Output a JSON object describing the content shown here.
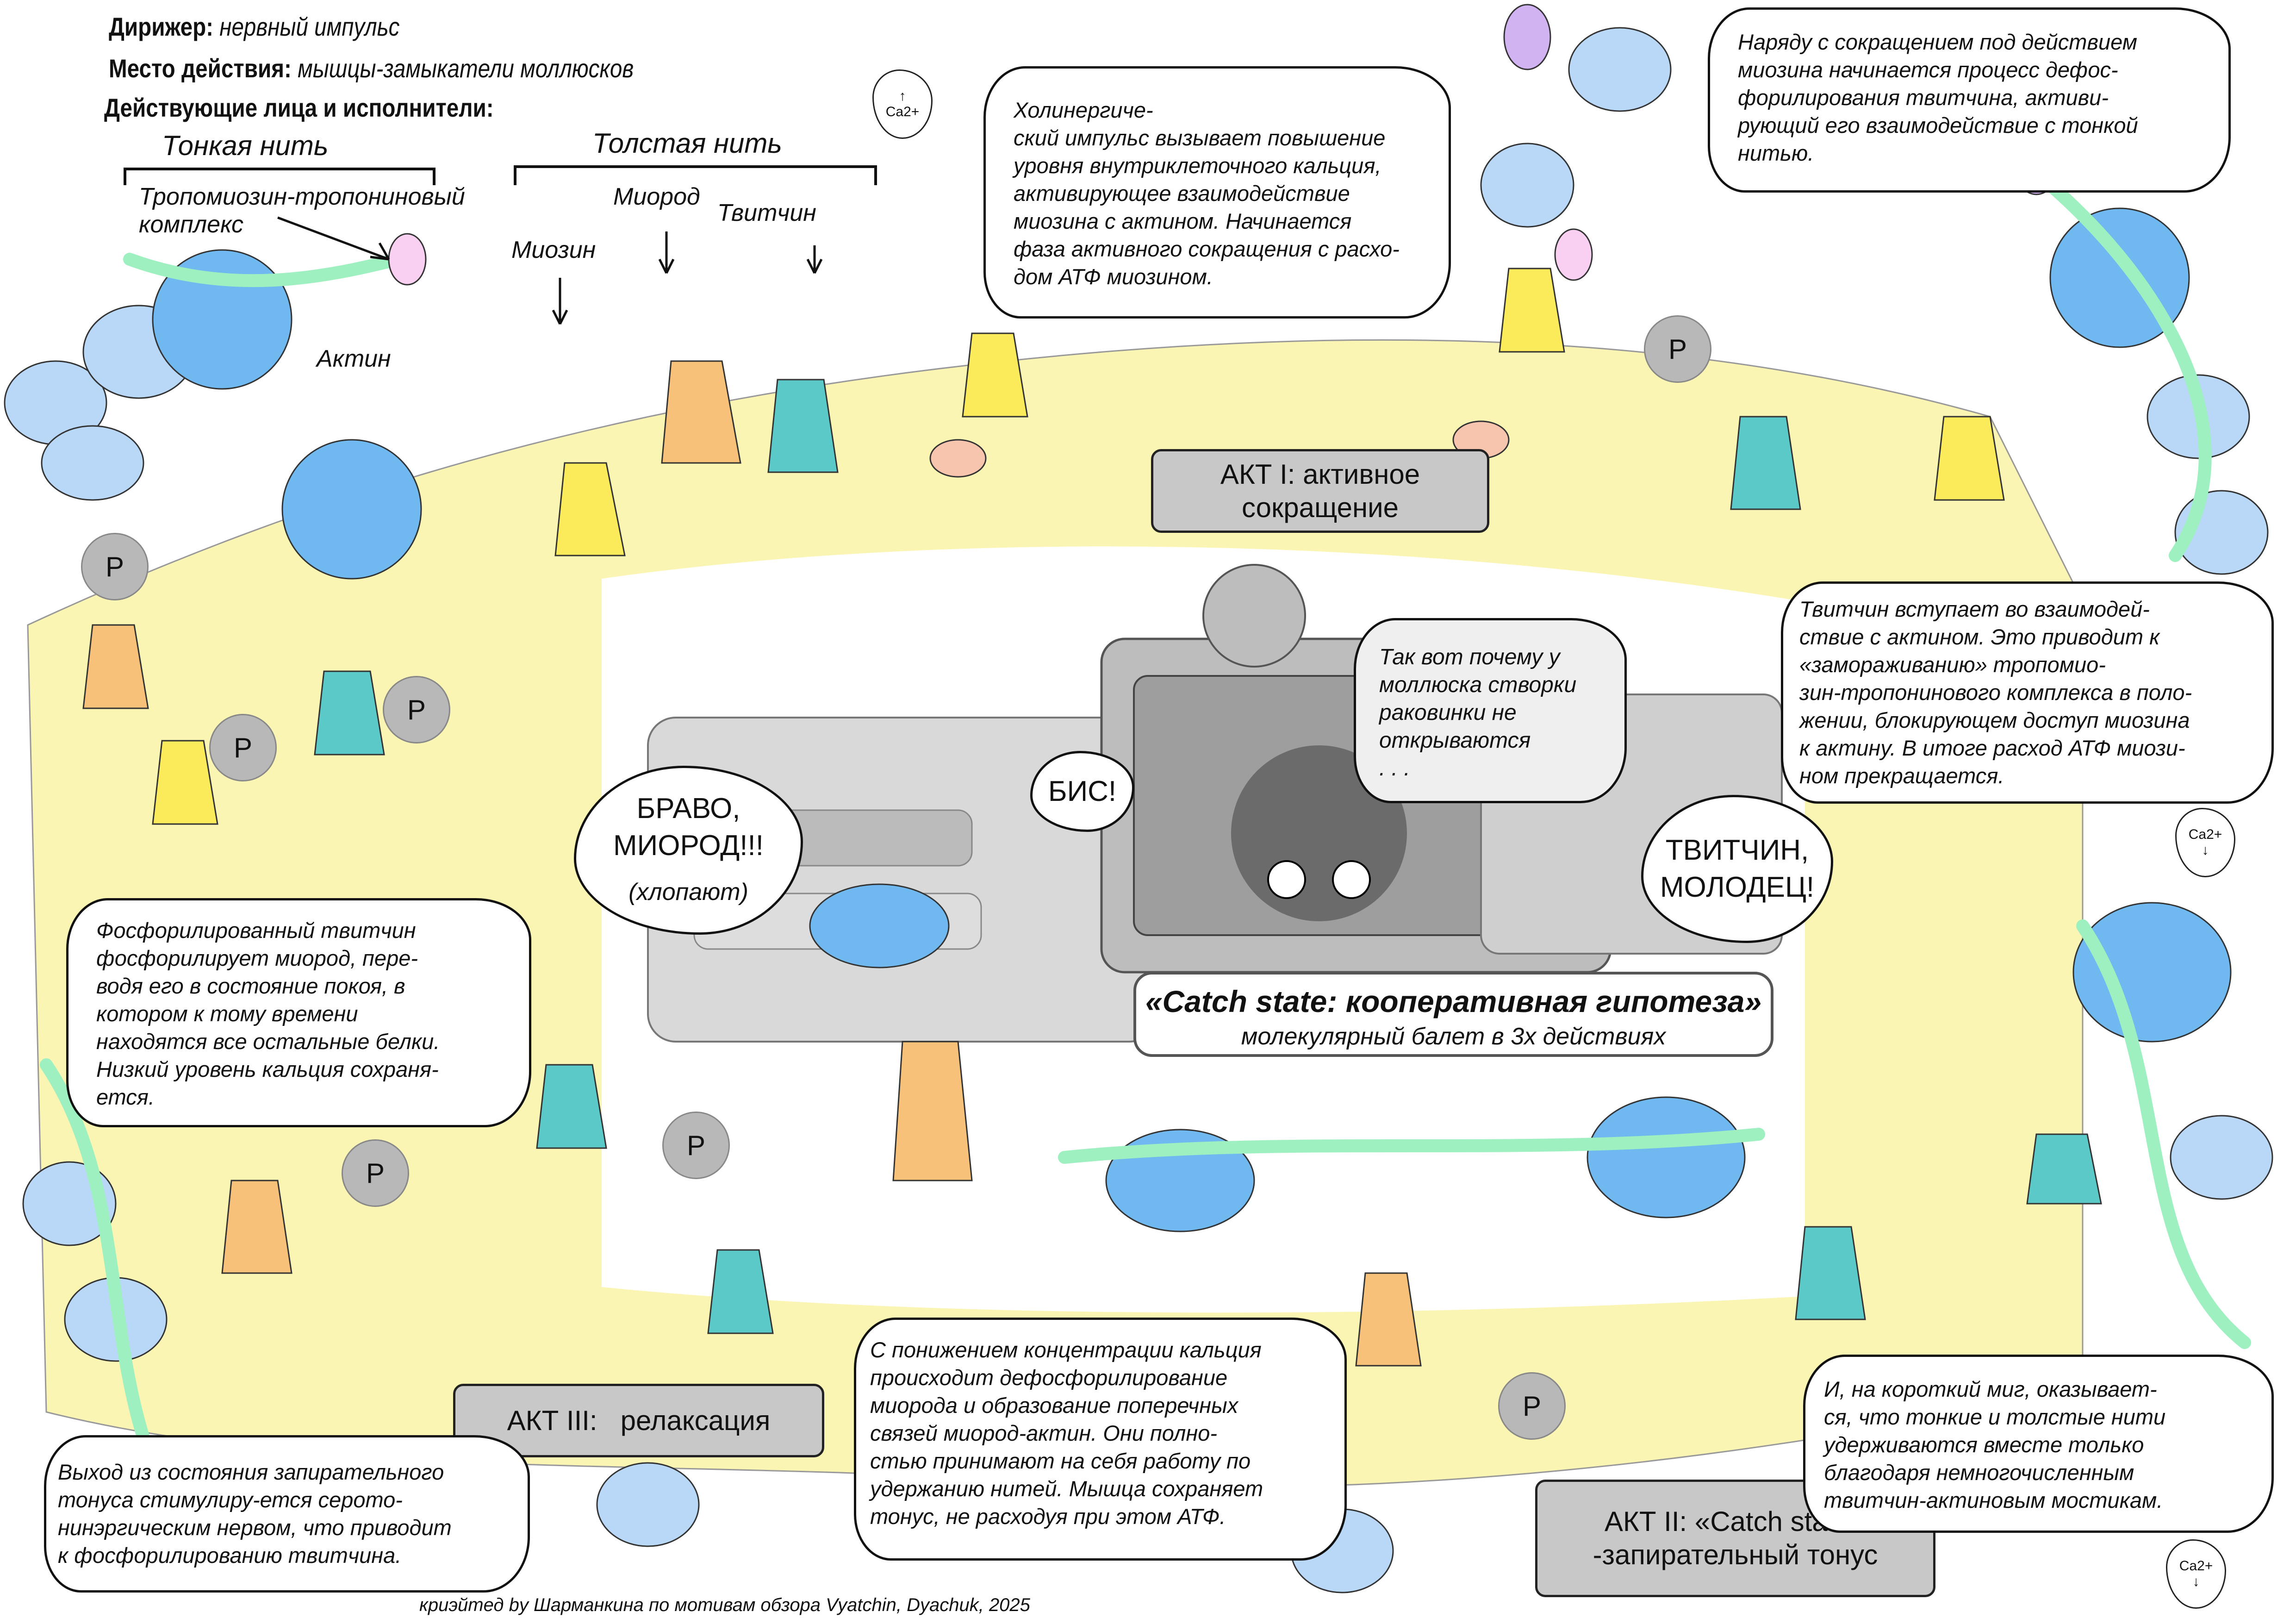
{
  "header": {
    "conductor_label": "Дирижер:",
    "conductor_value": "нервный импульс",
    "place_label": "Место действия:",
    "place_value": "мышцы-замыкатели моллюсков",
    "cast_label": "Действующие лица и исполнители:"
  },
  "cast": {
    "thin_filament": "Тонкая нить",
    "thick_filament": "Толстая нить",
    "tropomyosin_complex": "Тропомиозин-тропониновый\nкомплекс",
    "myosin": "Миозин",
    "myorod": "Миород",
    "twitchin": "Твитчин",
    "actin": "Актин"
  },
  "ca_markers": [
    {
      "label": "Ca2+",
      "arrow": "↑"
    },
    {
      "label": "Ca2+",
      "arrow": "↓"
    },
    {
      "label": "Ca2+",
      "arrow": "↓"
    }
  ],
  "phospho_label": "P",
  "bubbles": {
    "cholinergic": "Холинергиче-\nский импульс вызывает повышение\nуровня внутриклеточного кальция,\nактивирующее взаимодействие\nмиозина с актином. Начинается\nфаза активного сокращения с расхо-\nдом АТФ миозином.",
    "dephospho": "Наряду с сокращением под действием\nмиозина начинается процесс дефос-\nфорилирования твитчина, активи-\nрующий его взаимодействие с тонкой\nнитью.",
    "twitchin_binds": "Твитчин вступает во взаимодей-\nствие с актином. Это приводит к\n«замораживанию» тропомио-\nзин-тропонинового комплекса в поло-\nжении, блокирующем доступ миозина\nк актину. В итоге расход АТФ миози-\nном прекращается.",
    "phospho_twitchin": "Фосфорилированный твитчин\nфосфорилирует миород, пере-\nводя его в состояние покоя, в\nкотором к тому времени\nнаходятся все остальные белки.\nНизкий уровень кальция сохраня-\nется.",
    "exit_catch": "Выход из состояния запирательного\nтонуса стимулиру-ется серото-\nнинэргическим нервом, что приводит\nк фосфорилированию твитчина.",
    "low_calcium": "С понижением концентрации кальция\nпроисходит дефосфорилирование\nмиорода и образование поперечных\nсвязей миород-актин. Они полно-\nстью принимают на себя работу по\nудержанию нитей. Мышца сохраняет\nтонус, не расходуя при этом АТФ.",
    "brief_moment": "И, на короткий миг, оказывает-\nся, что тонкие и толстые нити\nудерживаются вместе только\nблагодаря немногочисленным\nтвитчин-актиновым мостикам."
  },
  "audience": {
    "mollusk_thought": "Так вот почему у\nмоллюска створки\nраковинки не\nоткрываются\n. . .",
    "bis": "БИС!",
    "bravo": "БРАВО,\nМИОРОД!!!",
    "clapping": "(хлопают)",
    "twitchin_bravo": "ТВИТЧИН,\nМОЛОДЕЦ!"
  },
  "acts": {
    "act1": "АКТ I: активное\nсокращение",
    "act2": "АКТ II: «Catch state»\n-запирательный тонус",
    "act3": "АКТ III:   релаксация"
  },
  "title": {
    "main": "«Catch state: кооперативная гипотеза»",
    "subtitle": "молекулярный балет в 3х действиях"
  },
  "credits": "криэйтед by Шарманкина по мотивам обзора Vyatchin, Dyachuk, 2025",
  "colors": {
    "actin_blue": "#b9d8f7",
    "tutu_blue": "#6fb8f0",
    "yellow": "#fbf5b4",
    "green": "#9ef0c0",
    "purple": "#d2b3f2",
    "pink": "#f9d0f2",
    "salmon": "#f7c4ad",
    "teal": "#5cc9c9",
    "orange": "#f7c17a",
    "stage_grey": "#bdbdbd",
    "act_box": "#c8c8c8"
  }
}
